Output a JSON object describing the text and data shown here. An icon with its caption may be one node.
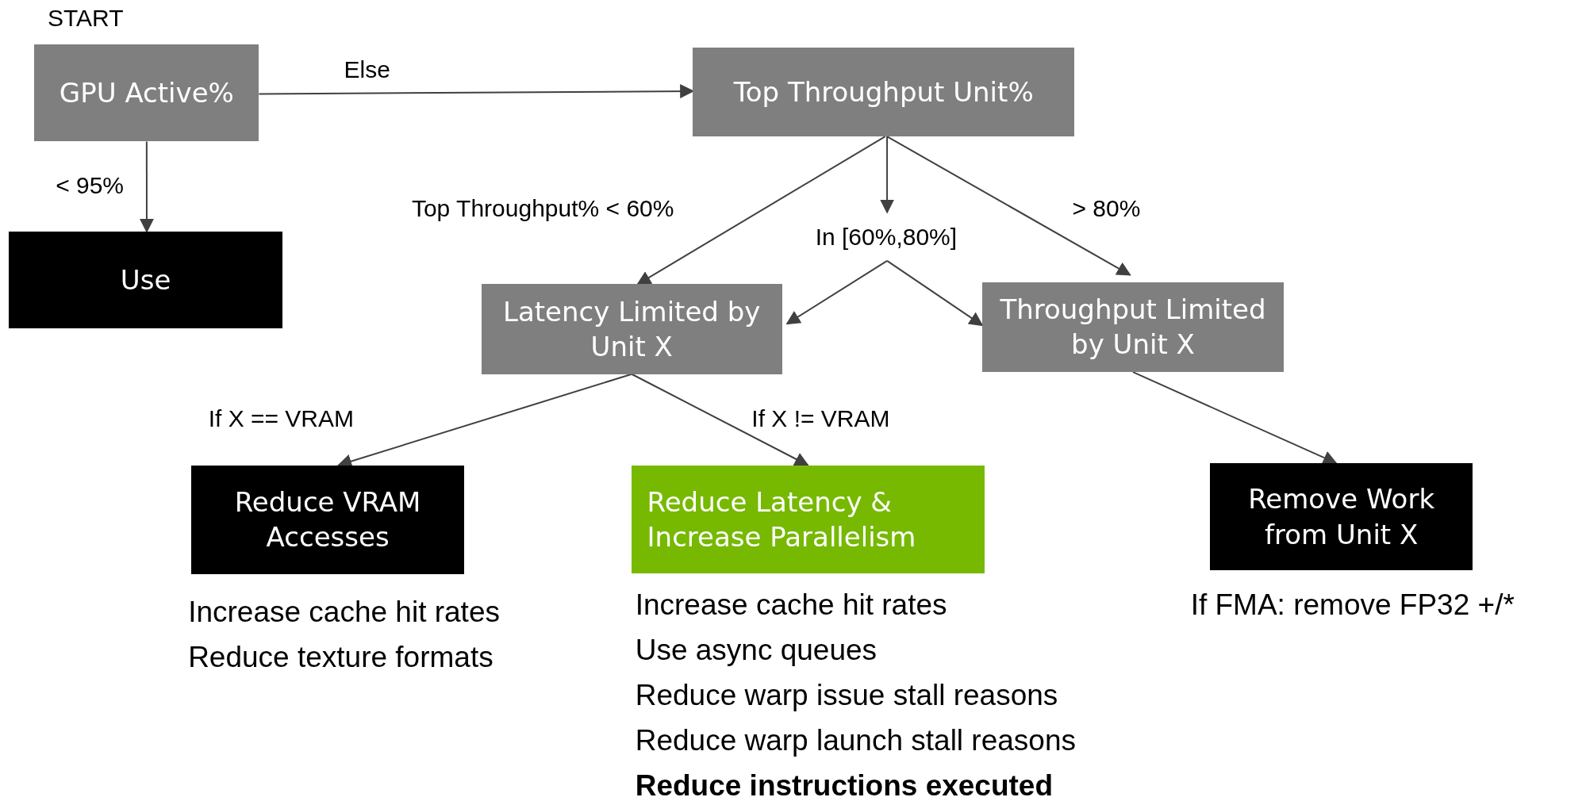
{
  "diagram": {
    "nodes": [
      {
        "text": [
          "GPU Active%"
        ],
        "beside": [
          "START"
        ]
      },
      {
        "text": [
          "Top Throughput Unit%"
        ]
      },
      {
        "text": [
          "Use"
        ]
      },
      {
        "text": [
          "Latency Limited by Unit X"
        ]
      },
      {
        "text": [
          "Throughput Limited by Unit X"
        ]
      },
      {
        "text": [
          "Reduce VRAM Accesses"
        ],
        "beside": [
          "Increase cache hit rates",
          "Reduce texture formats"
        ]
      },
      {
        "text": [
          "Reduce Latency & Increase Parallelism"
        ],
        "beside": [
          "Increase cache hit rates",
          "Use async queues",
          "Reduce warp issue stall reasons",
          "Reduce warp launch stall reasons",
          "**Reduce instructions executed**"
        ]
      },
      {
        "text": [
          "Remove Work from Unit X"
        ],
        "beside": [
          "If FMA: remove FP32 +/*"
        ]
      },
      {
        "text": [
          "In [60%,80%]"
        ]
      }
    ],
    "edges": [
      {
        "from": 0,
        "to": 1,
        "arrow": "to",
        "label": "Else"
      },
      {
        "from": 0,
        "to": 2,
        "arrow": "to",
        "label": "< 95%"
      },
      {
        "from": 1,
        "to": 3,
        "arrow": "to",
        "label": "Top Throughput% < 60%"
      },
      {
        "from": 1,
        "to": 8,
        "arrow": "to"
      },
      {
        "from": 8,
        "to": 3,
        "arrow": "to"
      },
      {
        "from": 8,
        "to": 4,
        "arrow": "to"
      },
      {
        "from": 1,
        "to": 4,
        "arrow": "to",
        "label": "> 80%"
      },
      {
        "from": 3,
        "to": 5,
        "arrow": "to",
        "label": "If X == VRAM"
      },
      {
        "from": 3,
        "to": 6,
        "arrow": "to",
        "label": "If X != VRAM"
      },
      {
        "from": 4,
        "to": 7,
        "arrow": "to"
      }
    ]
  }
}
